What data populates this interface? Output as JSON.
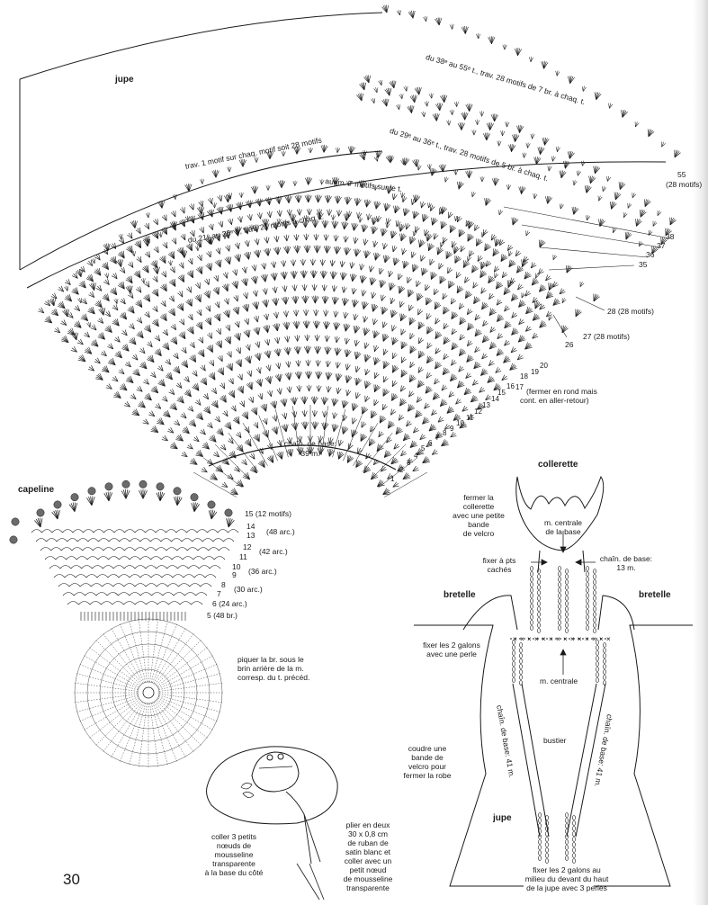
{
  "labels": {
    "jupe_top": "jupe",
    "rows_38_55": "du 38ᵉ au 55ᵉ t., trav. 28 motifs de 7 br. à chaq. t.",
    "rows_29_36": "du 29ᵉ au 36ᵉ t., trav. 28 motifs de 5 br. à chaq. t.",
    "trav_1_motif": "trav. 1 motif sur chaq. motif soit 28 motifs",
    "augm": "augm. 7 motifs sur le t.",
    "rows_21_26": "du 21ᵉ au 26ᵉ t., trav. 21 motifs à chaq. t.",
    "chain_base_skirt": "chaîn. de base:",
    "chain_base_skirt_count": "39 m.",
    "fermer_rond": "(fermer en rond mais",
    "fermer_rond_2": "cont. en aller-retour)",
    "r55": "55",
    "r55_note": "(28 motifs)",
    "r38": "38",
    "r37": "37",
    "r36": "36",
    "r35": "35",
    "r28": "28 (28 motifs)",
    "r27": "27 (28 motifs)",
    "r26": "26",
    "capeline": "capeline",
    "c15": "15 (12 motifs)",
    "c14": "14",
    "c13": "13",
    "c12": "12",
    "c11": "11",
    "c10": "10",
    "c9": "9",
    "c8": "8",
    "c7": "7",
    "c6": "6 (24 arc.)",
    "c5": "5 (48 br.)",
    "c48arc": "(48 arc.)",
    "c42arc": "(42 arc.)",
    "c36arc": "(36 arc.)",
    "c30arc": "(30 arc.)",
    "piquer_1": "piquer la br. sous le",
    "piquer_2": "brin arrière de la m.",
    "piquer_3": "corresp. du t. précéd.",
    "coller_1": "coller 3 petits",
    "coller_2": "nœuds de",
    "coller_3": "mousseline",
    "coller_4": "transparente",
    "coller_5": "à la base du côté",
    "plier_1": "plier en deux",
    "plier_2": "30 x 0,8 cm",
    "plier_3": "de ruban de",
    "plier_4": "satin blanc et",
    "plier_5": "coller avec un",
    "plier_6": "petit nœud",
    "plier_7": "de mousseline",
    "plier_8": "transparente",
    "collerette": "collerette",
    "fermer_coll_1": "fermer la",
    "fermer_coll_2": "collerette",
    "fermer_coll_3": "avec une petite",
    "fermer_coll_4": "bande",
    "fermer_coll_5": "de velcro",
    "m_centrale_base_1": "m. centrale",
    "m_centrale_base_2": "de la base",
    "fixer_pts_1": "fixer à pts",
    "fixer_pts_2": "cachés",
    "chain_base_13_1": "chaîn. de base:",
    "chain_base_13_2": "13 m.",
    "bretelle_l": "bretelle",
    "bretelle_r": "bretelle",
    "fixer_galons_1": "fixer les 2 galons",
    "fixer_galons_2": "avec une perle",
    "m_centrale": "m. centrale",
    "coudre_1": "coudre une",
    "coudre_2": "bande de",
    "coudre_3": "velcro pour",
    "coudre_4": "fermer la robe",
    "bustier": "bustier",
    "chain_41_l": "chaîn. de base: 41 m.",
    "chain_41_r": "chaîn. de base: 41 m.",
    "jupe_bottom": "jupe",
    "fixer_bas_1": "fixer les 2 galons au",
    "fixer_bas_2": "milieu du devant du haut",
    "fixer_bas_3": "de la jupe avec 3 perles",
    "page_number": "30"
  },
  "row_numbers": [
    "1",
    "2",
    "3",
    "4",
    "5",
    "6",
    "7",
    "8",
    "9",
    "10",
    "11",
    "12",
    "13",
    "14",
    "15",
    "16",
    "17",
    "18",
    "19",
    "20"
  ],
  "colors": {
    "ink": "#1a1a1a",
    "bead": "#6b6b6b"
  },
  "icons": [
    "fan-stitch-icon",
    "bead-icon",
    "arrow-icon",
    "stitch-symbol-icon"
  ]
}
